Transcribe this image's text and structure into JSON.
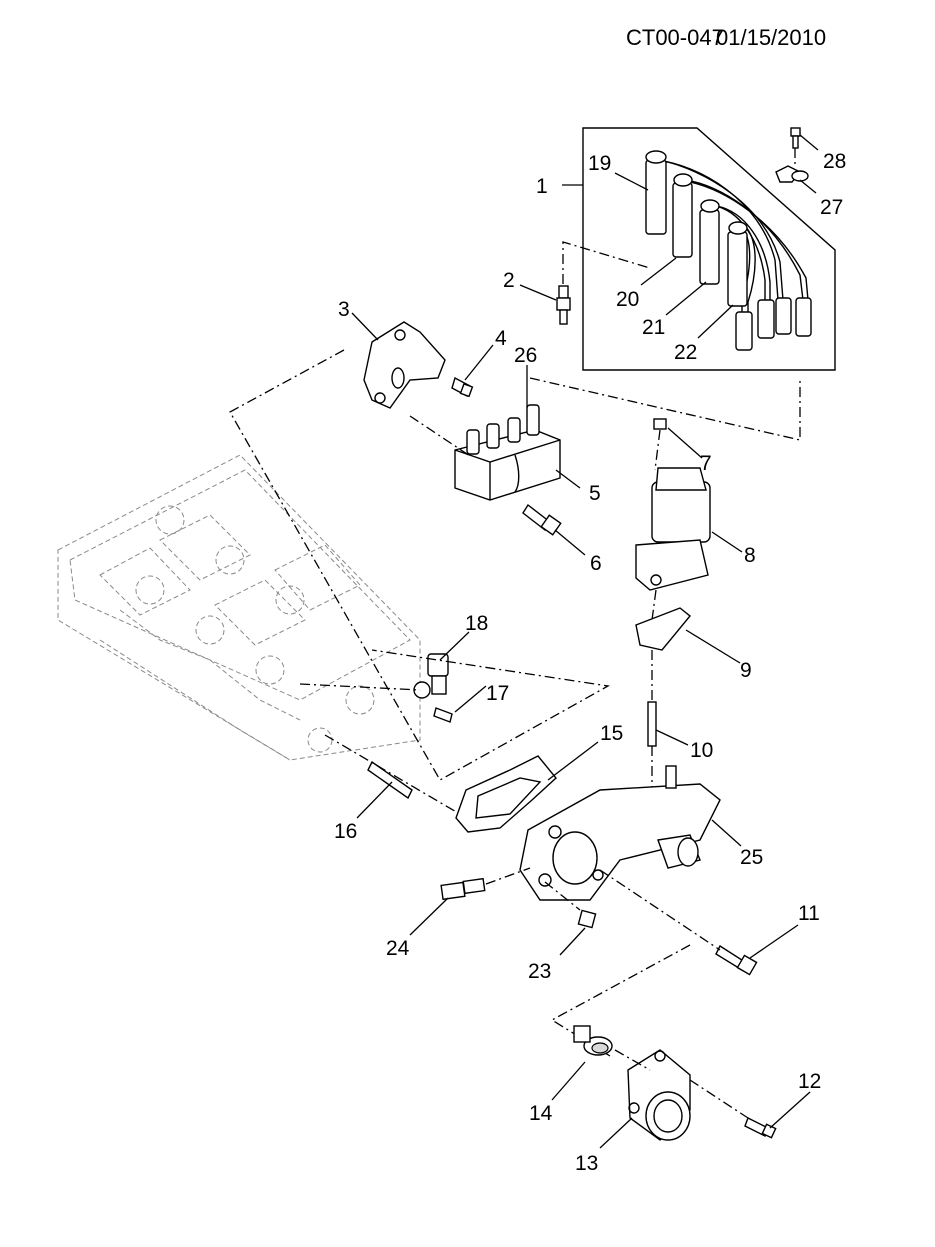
{
  "header": {
    "code": "CT00-047",
    "date": "01/15/2010"
  },
  "callouts": [
    "1",
    "2",
    "3",
    "4",
    "5",
    "6",
    "7",
    "8",
    "9",
    "10",
    "11",
    "12",
    "13",
    "14",
    "15",
    "16",
    "17",
    "18",
    "19",
    "20",
    "21",
    "22",
    "23",
    "24",
    "25",
    "26",
    "27",
    "28"
  ]
}
